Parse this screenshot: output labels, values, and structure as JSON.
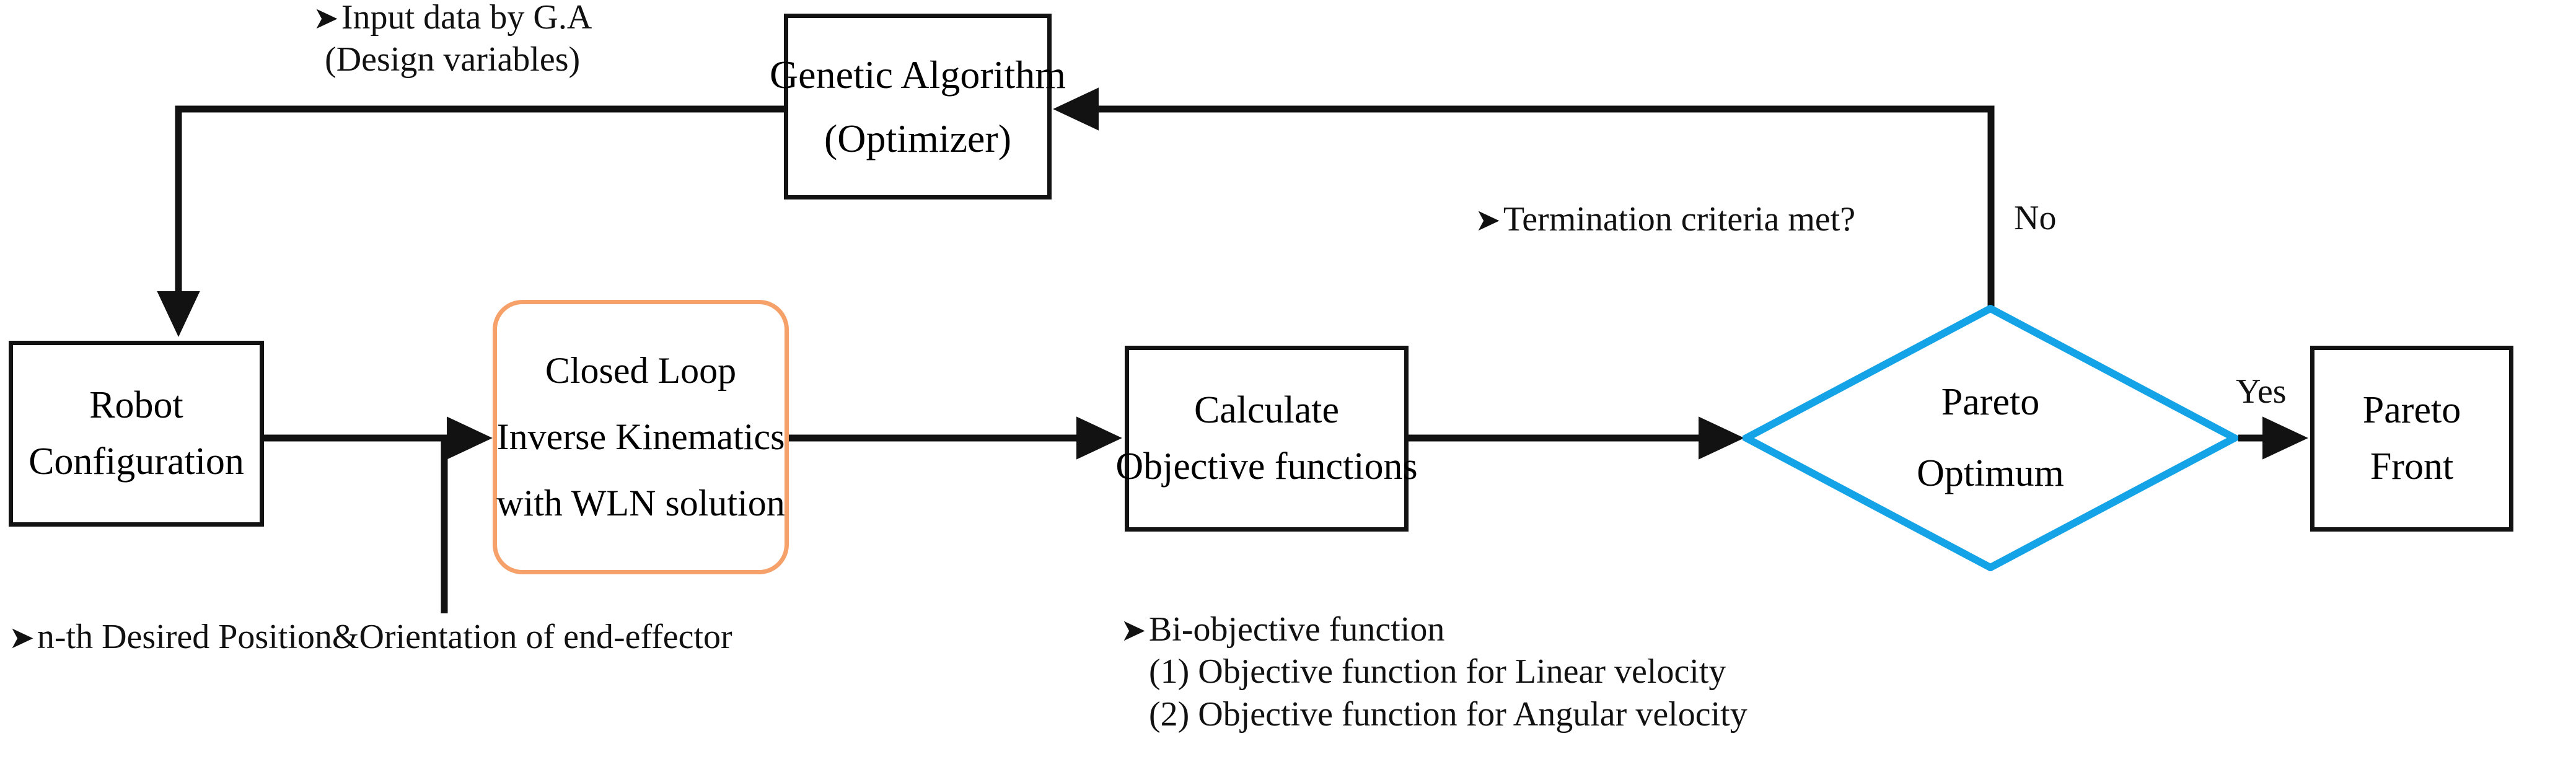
{
  "diagram": {
    "title": "Genetic-algorithm based multi-objective robot optimization flowchart",
    "colors": {
      "stroke": "#121212",
      "accent_orange": "#F6A06A",
      "accent_blue": "#13A3E6",
      "background": "#FFFFFF",
      "text": "#111111"
    }
  },
  "nodes": {
    "genetic_algorithm": {
      "name": "genetic-algorithm",
      "lines": [
        "Genetic Algorithm",
        "(Optimizer)"
      ],
      "shape": "rectangle"
    },
    "robot_configuration": {
      "name": "robot-configuration",
      "lines": [
        "Robot",
        "Configuration"
      ],
      "shape": "rectangle"
    },
    "closed_loop_ik": {
      "name": "closed-loop-inverse-kinematics",
      "lines": [
        "Closed Loop",
        "Inverse Kinematics",
        "with WLN solution"
      ],
      "shape": "rounded-rectangle"
    },
    "calculate_objective": {
      "name": "calculate-objective-functions",
      "lines": [
        "Calculate",
        "Objective functions"
      ],
      "shape": "rectangle"
    },
    "pareto_optimum": {
      "name": "pareto-optimum-decision",
      "lines": [
        "Pareto",
        "Optimum"
      ],
      "shape": "diamond"
    },
    "pareto_front": {
      "name": "pareto-front",
      "lines": [
        "Pareto",
        "Front"
      ],
      "shape": "rectangle"
    }
  },
  "annotations": {
    "input_data": {
      "bullet": "➤",
      "line1": "Input data by G.A",
      "line2": "(Design variables)"
    },
    "termination": {
      "bullet": "➤",
      "line1": "Termination criteria met?"
    },
    "desired_pose": {
      "bullet": "➤",
      "line1": "n-th Desired Position&Orientation of end-effector"
    },
    "bi_objective": {
      "bullet": "➤",
      "line1": "Bi-objective function",
      "line2": "(1) Objective function for Linear velocity",
      "line3": "(2) Objective function for Angular velocity"
    }
  },
  "edge_labels": {
    "no": "No",
    "yes": "Yes"
  }
}
